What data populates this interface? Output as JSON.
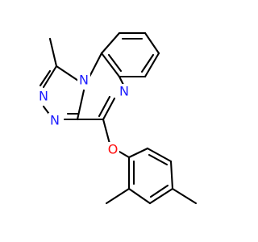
{
  "molecule": {
    "atoms": [
      {
        "id": "N1",
        "label": "N",
        "color": "#1c1cff"
      },
      {
        "id": "N2",
        "label": "N",
        "color": "#1c1cff"
      },
      {
        "id": "N3",
        "label": "N",
        "color": "#1c1cff"
      },
      {
        "id": "N4",
        "label": "N",
        "color": "#1c1cff"
      },
      {
        "id": "O1",
        "label": "O",
        "color": "#ff0d0d"
      }
    ],
    "colors": {
      "carbon_bond": "#000000",
      "nitrogen": "#1c1cff",
      "oxygen": "#ff0d0d",
      "background": "#ffffff"
    }
  }
}
